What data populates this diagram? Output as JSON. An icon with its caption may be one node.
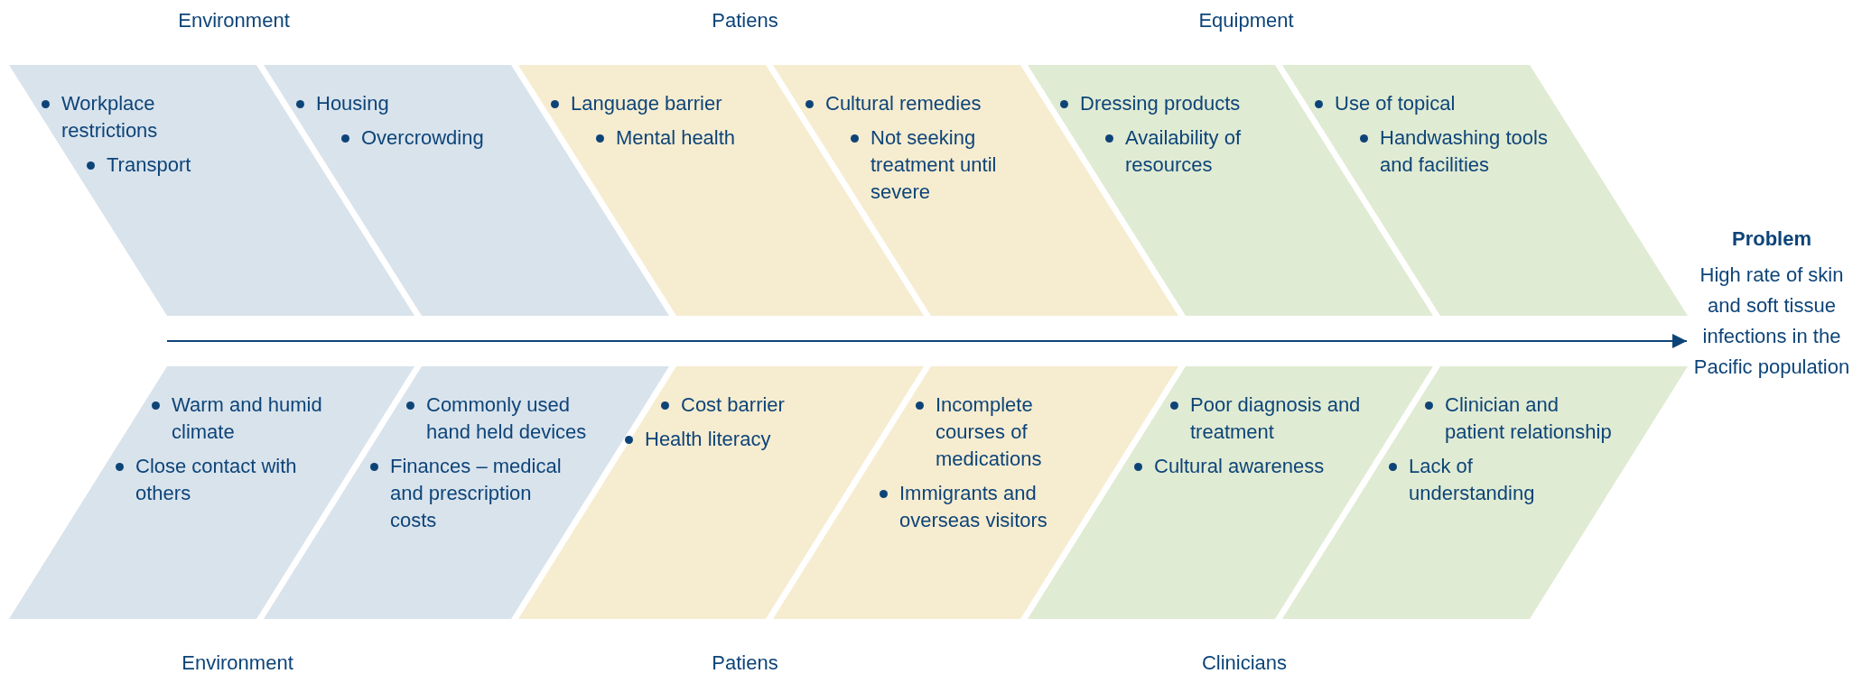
{
  "diagram": {
    "nodes": [
      {
        "text": [
          "Workplace restrictions",
          "Transport"
        ]
      },
      {
        "text": [
          "Housing",
          "Overcrowding"
        ]
      },
      {
        "text": [
          "Language barrier",
          "Mental health"
        ]
      },
      {
        "text": [
          "Cultural remedies",
          "Not seeking treatment until severe"
        ]
      },
      {
        "text": [
          "Dressing products",
          "Availability of resources"
        ]
      },
      {
        "text": [
          "Use of topical",
          "Handwashing tools and facilities"
        ]
      },
      {
        "text": [
          "Problem",
          "High rate of skin and soft tissue infections in the Pacific population"
        ]
      },
      {
        "text": [
          "Warm and humid climate",
          "Close contact with others"
        ]
      },
      {
        "text": [
          "Commonly used hand held devices",
          "Finances – medical and prescription costs"
        ]
      },
      {
        "text": [
          "Cost barrier",
          "Health literacy"
        ]
      },
      {
        "text": [
          "Incomplete courses of medications",
          "Immigrants and overseas visitors"
        ]
      },
      {
        "text": [
          "Poor diagnosis and treatment",
          "Cultural awareness"
        ]
      },
      {
        "text": [
          "Clinician and patient relationship",
          "Lack of understanding"
        ]
      }
    ],
    "edges": [
      {
        "from": null,
        "to": 6,
        "arrow": "to"
      }
    ],
    "labels": [
      "Environment",
      "Patiens",
      "Equipment",
      "Environment",
      "Patiens",
      "Clinicians"
    ]
  }
}
